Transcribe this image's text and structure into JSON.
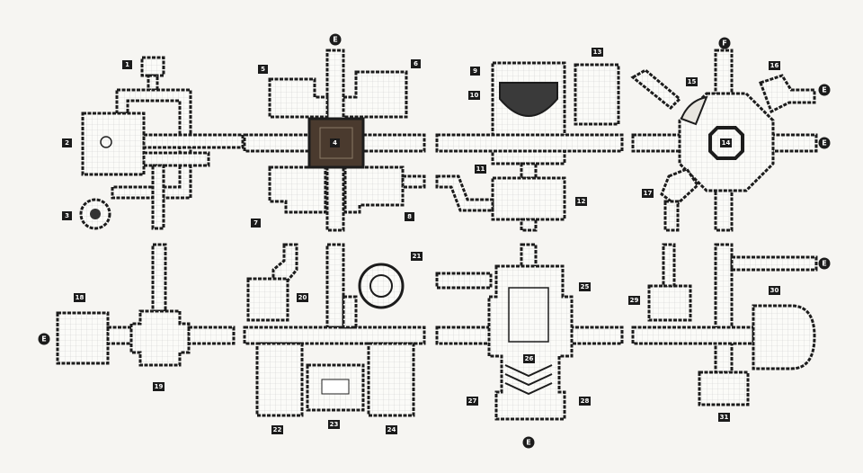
{
  "map": {
    "room_labels": [
      "1",
      "2",
      "3",
      "4",
      "5",
      "6",
      "7",
      "8",
      "9",
      "10",
      "11",
      "12",
      "13",
      "14",
      "15",
      "16",
      "17",
      "18",
      "19",
      "20",
      "21",
      "22",
      "23",
      "24",
      "25",
      "26",
      "27",
      "28",
      "29",
      "30",
      "31"
    ],
    "exit_label": "E",
    "exit_top_left": "E",
    "exit_top_right": "F",
    "colors": {
      "wall": "#1c1c1c",
      "floor": "#fbfbf8",
      "grid": "#cfcfcf",
      "dark_floor": "#4a3a2e",
      "paper": "#f6f5f2"
    }
  }
}
